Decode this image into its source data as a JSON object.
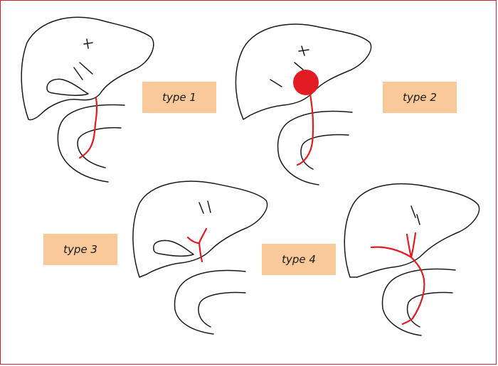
{
  "colors": {
    "stroke": "#1a1a1a",
    "duct": "#e31b23",
    "label_fill": "#f9c99a",
    "frame": "#d2232a"
  },
  "labels": {
    "type1": "type 1",
    "type2": "type 2",
    "type3": "type 3",
    "type4": "type 4"
  }
}
